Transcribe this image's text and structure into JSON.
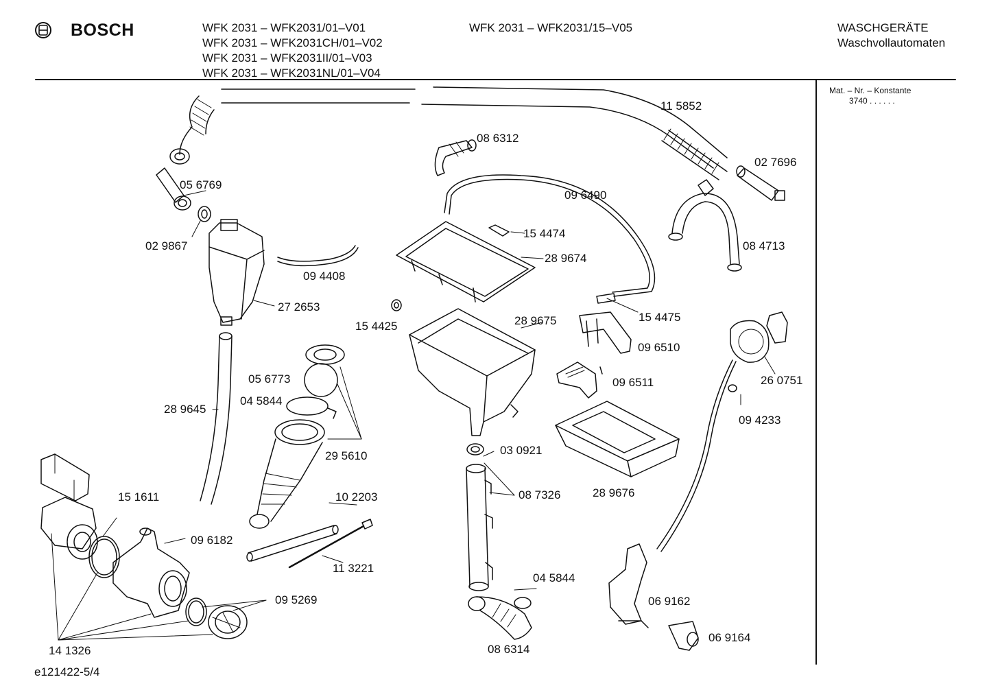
{
  "header": {
    "brand": "BOSCH",
    "models_col1": [
      "WFK 2031 – WFK2031/01–V01",
      "WFK 2031 – WFK2031CH/01–V02",
      "WFK 2031 – WFK2031II/01–V03",
      "WFK 2031 – WFK2031NL/01–V04"
    ],
    "models_col2": [
      "WFK 2031 – WFK2031/15–V05"
    ],
    "category_line1": "WASCHGERÄTE",
    "category_line2": "Waschvollautomaten"
  },
  "sidebar": {
    "mat_label": "Mat. – Nr. – Konstante",
    "mat_value": "3740 . . . . . ."
  },
  "footer": {
    "doc_id": "e121422-5/4"
  },
  "parts": [
    "11 5852",
    "08 6312",
    "02 7696",
    "05 6769",
    "09 6490",
    "02 9867",
    "15 4474",
    "08 4713",
    "28 9674",
    "09 4408",
    "27 2653",
    "15 4425",
    "28 9675",
    "15 4475",
    "09 6510",
    "05 6773",
    "26 0751",
    "04 5844",
    "09 6511",
    "28 9645",
    "09 4233",
    "29 5610",
    "03 0921",
    "15 1611",
    "10 2203",
    "08 7326",
    "28 9676",
    "09 6182",
    "11 3221",
    "04 5844",
    "09 5269",
    "06 9162",
    "14 1326",
    "08 6314",
    "06 9164"
  ],
  "colors": {
    "ink": "#111111",
    "background": "#ffffff"
  },
  "icons": [
    "bosch-logo-icon"
  ]
}
